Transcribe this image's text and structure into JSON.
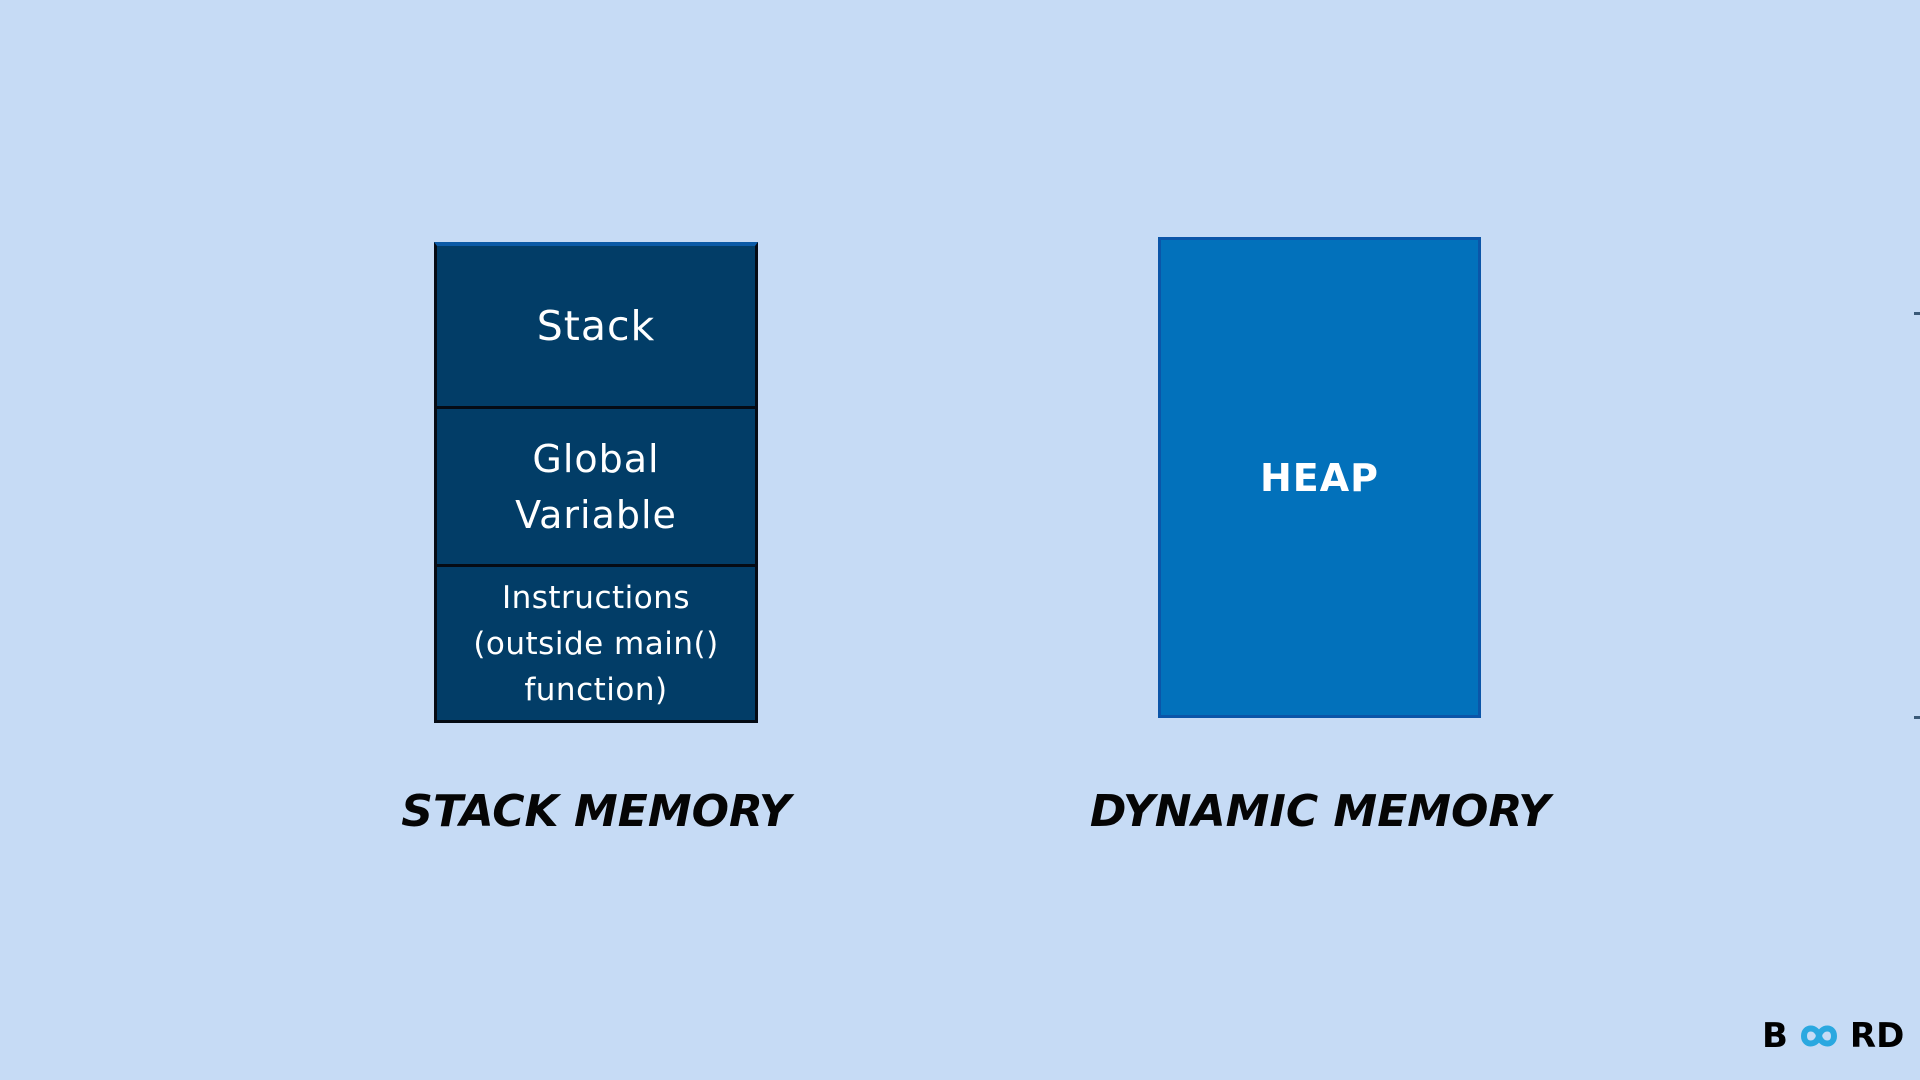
{
  "stack_memory": {
    "segments": {
      "stack": "Stack",
      "global_variable": "Global\nVariable",
      "instructions": "Instructions\n(outside main()\nfunction)"
    },
    "caption": "STACK MEMORY"
  },
  "dynamic_memory": {
    "heap_label": "HEAP",
    "caption": "DYNAMIC MEMORY"
  },
  "logo": {
    "text_left": "B",
    "text_right": "RD",
    "wordmark": "BOARD",
    "infinity_color": "#2aa8e0"
  },
  "colors": {
    "background": "#c6dbf5",
    "stack_fill": "#023d67",
    "heap_fill": "#0271bb"
  }
}
